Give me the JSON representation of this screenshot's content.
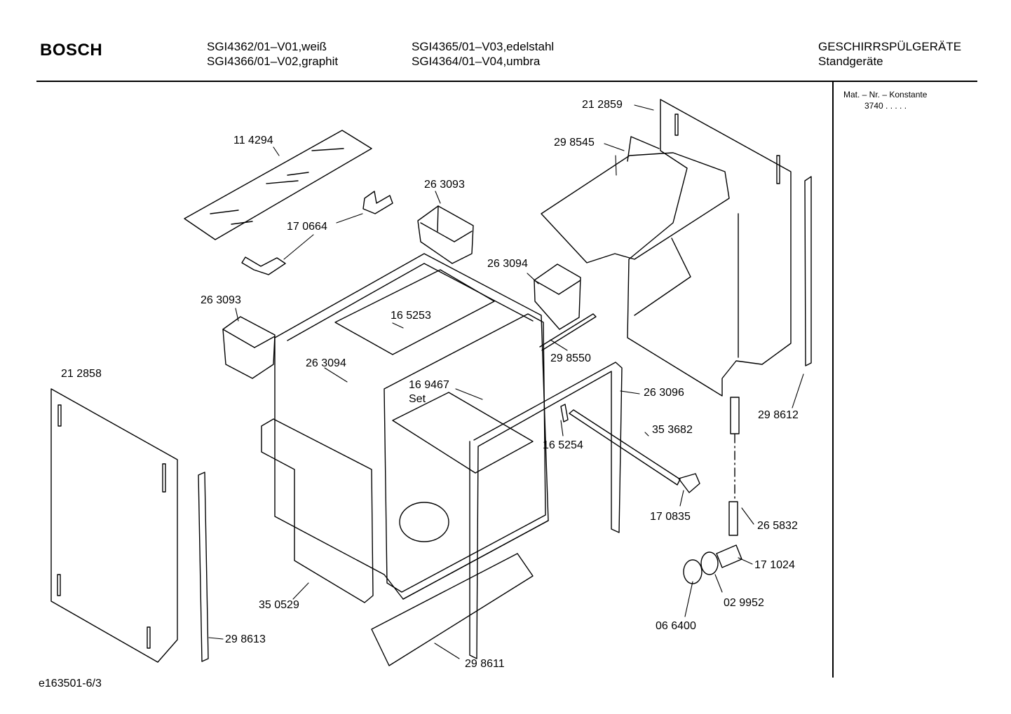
{
  "header": {
    "brand": "BOSCH",
    "models": [
      "SGI4362/01–V01,weiß",
      "SGI4366/01–V02,graphit",
      "SGI4365/01–V03,edelstahl",
      "SGI4364/01–V04,umbra"
    ],
    "category": "GESCHIRRSPÜLGERÄTE",
    "subcategory": "Standgeräte"
  },
  "sidebar": {
    "mat_label": "Mat. – Nr. – Konstante",
    "mat_value": "3740  .  .  .  .  ."
  },
  "parts": [
    "21 2859",
    "11 4294",
    "29 8545",
    "26 3093",
    "17 0664",
    "26 3094",
    "26 3093",
    "16 5253",
    "29 8550",
    "26 3094",
    "21 2858",
    "16 9467",
    "Set",
    "26 3096",
    "29 8612",
    "35 3682",
    "16 5254",
    "17 0835",
    "26 5832",
    "17 1024",
    "02 9952",
    "06 6400",
    "35 0529",
    "29 8613",
    "29 8611"
  ],
  "footer": {
    "code": "e163501-6/3"
  }
}
